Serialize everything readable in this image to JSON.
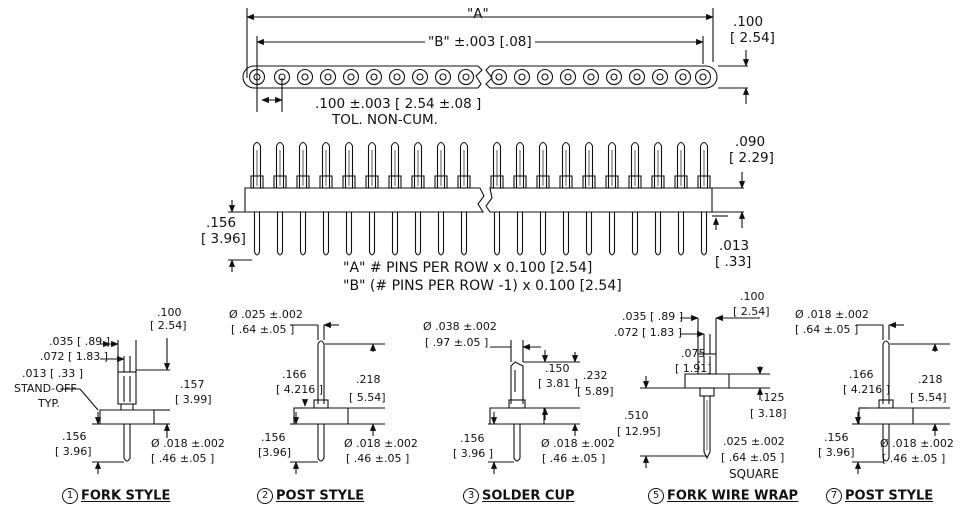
{
  "top": {
    "A": "\"A\"",
    "B": "\"B\" ±.003 [.08]",
    "pitch_in": ".100",
    "pitch_mm": "[ 2.54]",
    "tol_line1": ".100 ±.003 [ 2.54 ±.08 ]",
    "tol_line2": "TOL. NON-CUM."
  },
  "mid": {
    "h090_in": ".090",
    "h090_mm": "[ 2.29]",
    "h156_in": ".156",
    "h156_mm": "[ 3.96]",
    "h013_in": ".013",
    "h013_mm": "[ .33]",
    "formula_a": "\"A\" # PINS PER ROW x 0.100 [2.54]",
    "formula_b": "\"B\" (# PINS PER ROW -1) x 0.100 [2.54]"
  },
  "styles": [
    {
      "num": "1",
      "title": "FORK STYLE",
      "labels": [
        ".100",
        "[ 2.54]",
        ".035 [ .89 ]",
        ".072 [ 1.83 ]",
        ".013 [ .33 ]",
        "STAND-OFF",
        "TYP.",
        ".157",
        "[ 3.99]",
        ".156",
        "[ 3.96]",
        "Ø .018 ±.002",
        "[ .46 ±.05 ]"
      ]
    },
    {
      "num": "2",
      "title": "POST STYLE",
      "labels": [
        "Ø .025 ±.002",
        "[ .64 ±.05 ]",
        ".166",
        "[ 4.216 ]",
        ".218",
        "[ 5.54]",
        ".156",
        "[3.96]",
        "Ø .018 ±.002",
        "[ .46 ±.05 ]"
      ]
    },
    {
      "num": "3",
      "title": "SOLDER CUP",
      "labels": [
        "Ø .038 ±.002",
        "[ .97 ±.05 ]",
        ".150",
        "[ 3.81 ]",
        ".232",
        "[ 5.89]",
        ".156",
        "[ 3.96 ]",
        "Ø .018 ±.002",
        "[ .46 ±.05 ]"
      ]
    },
    {
      "num": "5",
      "title": "FORK WIRE WRAP",
      "labels": [
        ".100",
        "[ 2.54]",
        ".035 [ .89 ]",
        ".072 [ 1.83 ]",
        ".075",
        "[ 1.91]",
        ".125",
        "[ 3.18]",
        ".510",
        "[ 12.95]",
        ".025 ±.002",
        "[ .64 ±.05 ]",
        "SQUARE"
      ]
    },
    {
      "num": "7",
      "title": "POST STYLE",
      "labels": [
        "Ø .018 ±.002",
        "[ .64 ±.05 ]",
        ".166",
        "[ 4.216 ]",
        ".218",
        "[ 5.54]",
        ".156",
        "[ 3.96]",
        "Ø .018 ±.002",
        "[ .46 ±.05 ]"
      ]
    }
  ]
}
